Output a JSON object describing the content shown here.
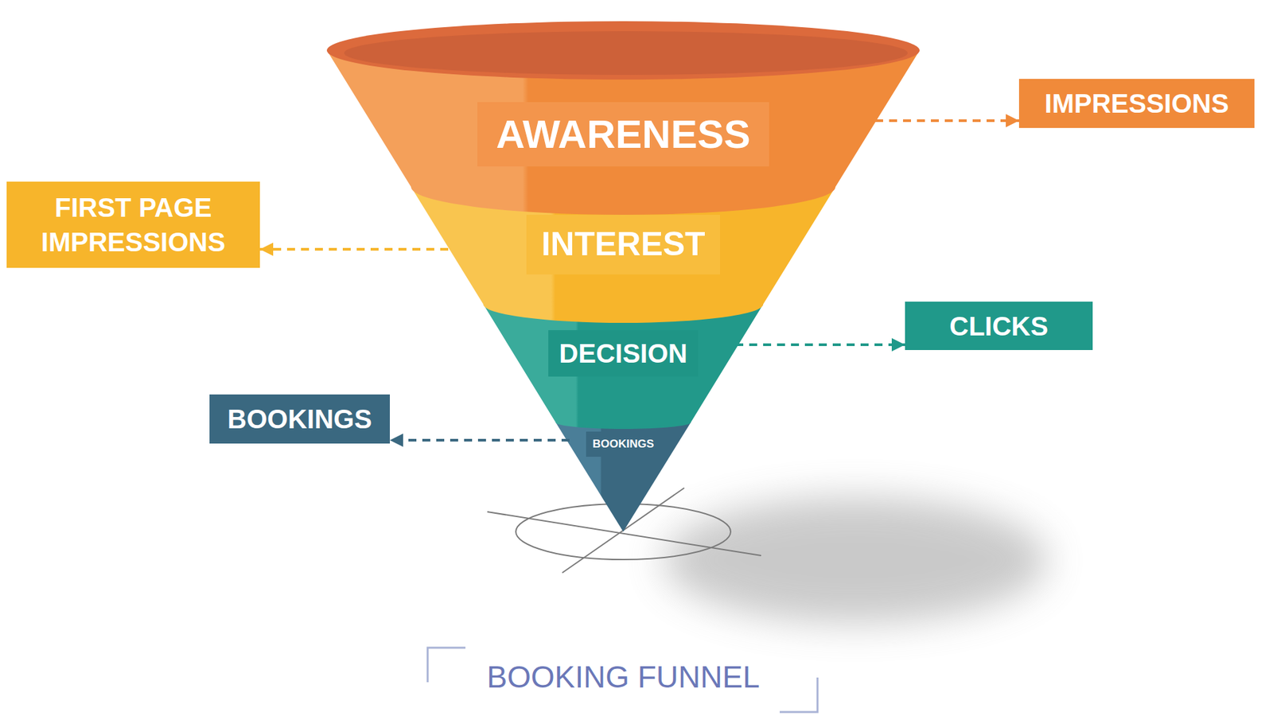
{
  "diagram": {
    "caption": "BOOKING FUNNEL",
    "nodes": [
      {
        "text": [
          "AWARENESS"
        ]
      },
      {
        "text": [
          "IMPRESSIONS"
        ]
      },
      {
        "text": [
          "FIRST PAGE IMPRESSIONS"
        ]
      },
      {
        "text": [
          "INTEREST"
        ]
      },
      {
        "text": [
          "DECISION"
        ]
      },
      {
        "text": [
          "CLICKS"
        ]
      },
      {
        "text": [
          "BOOKINGS"
        ]
      },
      {
        "text": [
          "BOOKINGS"
        ]
      }
    ],
    "edges": [
      {
        "from": 0,
        "to": 1,
        "arrow": "to"
      },
      {
        "from": 3,
        "to": 2,
        "arrow": "to"
      },
      {
        "from": 4,
        "to": 5,
        "arrow": "to"
      },
      {
        "from": 7,
        "to": 6,
        "arrow": "to"
      }
    ]
  }
}
